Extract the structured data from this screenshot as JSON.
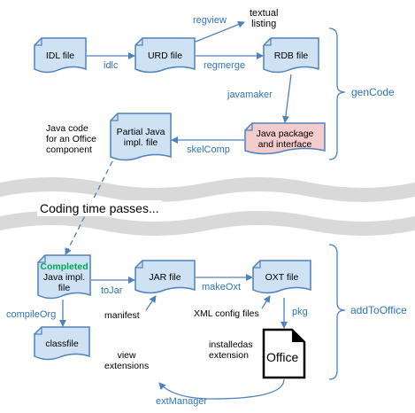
{
  "colors": {
    "doc_fill": "#cfe2f3",
    "doc_border": "#4f81bd",
    "highlight_fill": "#f4cccc",
    "arrow": "#4f81bd",
    "label_text": "#2e75b6",
    "completed_text": "#00a651",
    "wave_fill": "#d9d9d9"
  },
  "nodes": {
    "idl": "IDL file",
    "urd": "URD file",
    "rdb": "RDB file",
    "java_pkg": "Java package\nand interface",
    "partial_java": "Partial Java\nimpl. file",
    "jar": "JAR file",
    "oxt": "OXT file",
    "completed_prefix": "Completed",
    "completed_rest": "Java impl.\nfile",
    "classfile": "classfile",
    "office": "Office"
  },
  "edges": {
    "idlc": "idlc",
    "regview": "regview",
    "regmerge": "regmerge",
    "javamaker": "javamaker",
    "skelcomp": "skelComp",
    "tojar": "toJar",
    "makeoxt": "makeOxt",
    "compileorg": "compileOrg",
    "pkg": "pkg",
    "extmanager": "extManager"
  },
  "notes": {
    "textual_listing": "textual\nlisting",
    "java_code_note": "Java code\nfor an Office\ncomponent",
    "coding_time": "Coding time passes...",
    "manifest": "manifest",
    "xml_config": "XML config files",
    "installed": "installedas\nextension",
    "view_extensions": "view\nextensions"
  },
  "groups": {
    "gencode": "genCode",
    "addtooffice": "addToOffice"
  }
}
